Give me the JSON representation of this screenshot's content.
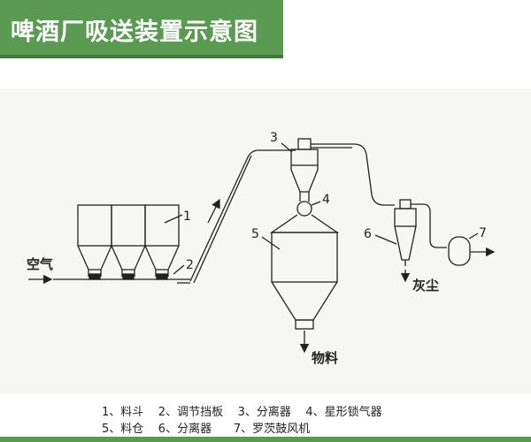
{
  "title": "啤酒厂吸送装置示意图",
  "labels": {
    "n1": "1",
    "n2": "2",
    "n3": "3",
    "n4": "4",
    "n5": "5",
    "n6": "6",
    "n7": "7",
    "air": "空气",
    "dust": "灰尘",
    "material": "物料"
  },
  "legend": {
    "line1": "1、料斗    2、调节挡板    3、分离器    4、星形锁气器",
    "line2": "5、料仓    6、分离器      7、罗茨鼓风机"
  },
  "colors": {
    "accent": "#5a9a52",
    "line": "#222222"
  }
}
